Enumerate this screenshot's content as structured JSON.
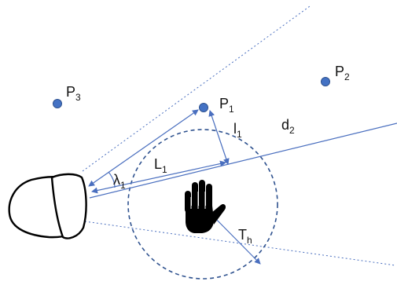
{
  "colors": {
    "line": "#4a6fbf",
    "dot_fill": "#4472c4",
    "dot_stroke": "#2f528f",
    "ink": "#000000",
    "text": "#111111"
  },
  "labels": {
    "p1": {
      "main": "P",
      "sub": "1"
    },
    "p2": {
      "main": "P",
      "sub": "2"
    },
    "p3": {
      "main": "P",
      "sub": "3"
    },
    "l1_lower": {
      "main": "l",
      "sub": "1"
    },
    "L1": {
      "main": "L",
      "sub": "1"
    },
    "d2": {
      "main": "d",
      "sub": "2"
    },
    "lambda1": {
      "main": "λ",
      "sub": "1"
    },
    "Th": {
      "main": "T",
      "sub": "h"
    }
  },
  "icons": {
    "head": "head-top-view-icon",
    "hand": "hand-palm-icon"
  }
}
